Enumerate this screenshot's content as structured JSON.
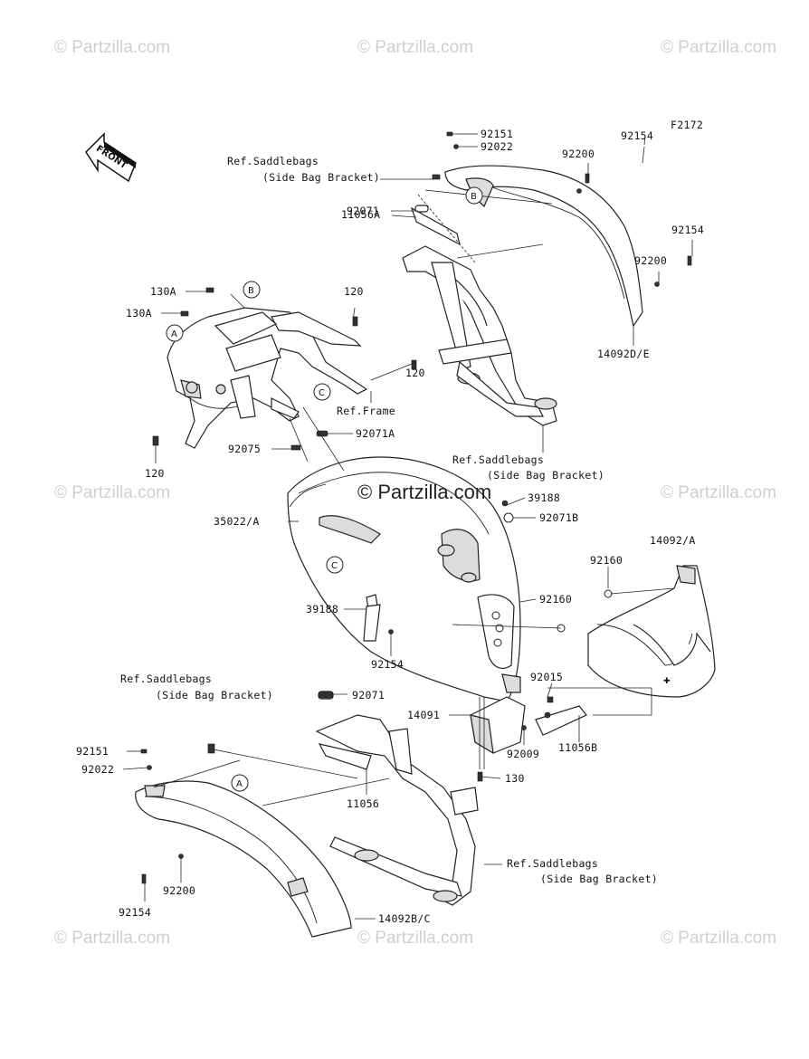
{
  "diagram_code": "F2172",
  "front_label": "FRONT",
  "watermark_text": "© Partzilla.com",
  "watermark_center_text": "© Partzilla.com",
  "callouts": {
    "A": "A",
    "B": "B",
    "C": "C"
  },
  "labels": {
    "p92151_top": "92151",
    "p92022_top": "92022",
    "p92154_top": "92154",
    "p92200_top": "92200",
    "ref_saddle_top_1": "Ref.Saddlebags",
    "ref_saddle_top_2": "(Side Bag Bracket)",
    "p92071_top": "92071",
    "p11056A": "11056A",
    "p92154_mid": "92154",
    "p92200_mid": "92200",
    "p14092DE": "14092D/E",
    "p130A_1": "130A",
    "p130A_2": "130A",
    "p120_a": "120",
    "p120_b": "120",
    "p120_c": "120",
    "ref_frame": "Ref.Frame",
    "p92071A": "92071A",
    "p92075": "92075",
    "ref_saddle_mid_1": "Ref.Saddlebags",
    "ref_saddle_mid_2": "(Side Bag Bracket)",
    "p39188_a": "39188",
    "p35022A": "35022/A",
    "p92071B": "92071B",
    "p14092A": "14092/A",
    "p92160_a": "92160",
    "p92160_b": "92160",
    "p39188_b": "39188",
    "p92154_low": "92154",
    "p92015": "92015",
    "p14091": "14091",
    "ref_saddle_low_1": "Ref.Saddlebags",
    "ref_saddle_low_2": "(Side Bag Bracket)",
    "p92071_low": "92071",
    "p92009": "92009",
    "p11056B": "11056B",
    "p92151_low": "92151",
    "p92022_low": "92022",
    "p130": "130",
    "p11056": "11056",
    "ref_saddle_bot_1": "Ref.Saddlebags",
    "ref_saddle_bot_2": "(Side Bag Bracket)",
    "p92200_low": "92200",
    "p92154_bot": "92154",
    "p14092BC": "14092B/C"
  }
}
